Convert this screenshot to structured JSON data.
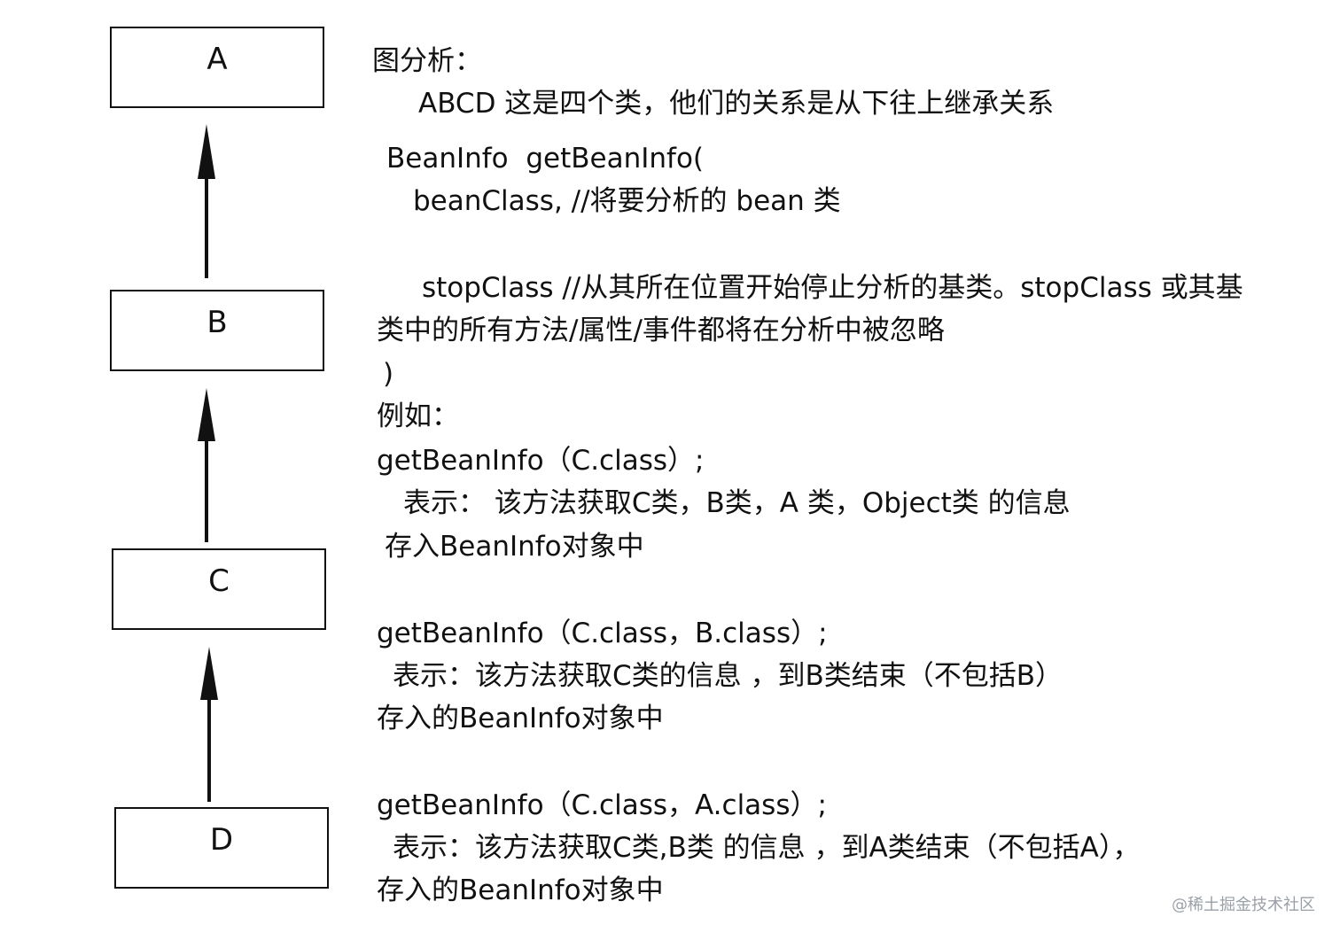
{
  "diagram": {
    "classes": [
      "A",
      "B",
      "C",
      "D"
    ]
  },
  "analysis": {
    "heading": "图分析：",
    "intro": "ABCD 这是四个类，他们的关系是从下往上继承关系",
    "signature": {
      "line1": "BeanInfo  getBeanInfo(",
      "line2": "beanClass, //将要分析的 bean 类",
      "line3": "stopClass //从其所在位置开始停止分析的基类。stopClass 或其基",
      "line4": "类中的所有方法/属性/事件都将在分析中被忽略",
      "line5": ")"
    },
    "example_label": "例如：",
    "examples": [
      {
        "call": "getBeanInfo（C.class）;",
        "desc": "表示： 该方法获取C类，B类，A 类，Object类 的信息",
        "store": "存入BeanInfo对象中"
      },
      {
        "call": "getBeanInfo（C.class，B.class）;",
        "desc": "表示：该方法获取C类的信息 ，到B类结束（不包括B）",
        "store": "存入的BeanInfo对象中"
      },
      {
        "call": "getBeanInfo（C.class，A.class）;",
        "desc": "表示：该方法获取C类,B类 的信息 ，到A类结束（不包括A），",
        "store": "存入的BeanInfo对象中"
      }
    ]
  },
  "watermark": "@稀土掘金技术社区"
}
